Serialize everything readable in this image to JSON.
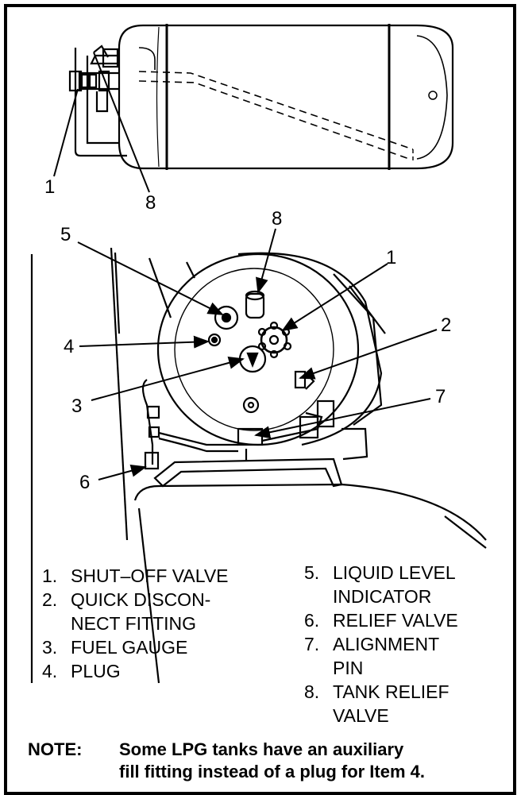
{
  "callouts": {
    "top": [
      "1",
      "8"
    ],
    "bottom": [
      "5",
      "8",
      "1",
      "4",
      "2",
      "3",
      "7",
      "6"
    ]
  },
  "legend": {
    "left": [
      {
        "num": "1.",
        "lines": [
          "SHUT–OFF VALVE"
        ]
      },
      {
        "num": "2.",
        "lines": [
          "QUICK DISCON-",
          "NECT FITTING"
        ]
      },
      {
        "num": "3.",
        "lines": [
          "FUEL GAUGE"
        ]
      },
      {
        "num": "4.",
        "lines": [
          "PLUG"
        ]
      }
    ],
    "right": [
      {
        "num": "5.",
        "lines": [
          "LIQUID LEVEL",
          "INDICATOR"
        ]
      },
      {
        "num": "6.",
        "lines": [
          "RELIEF VALVE"
        ]
      },
      {
        "num": "7.",
        "lines": [
          "ALIGNMENT",
          "PIN"
        ]
      },
      {
        "num": "8.",
        "lines": [
          "TANK RELIEF",
          "VALVE"
        ]
      }
    ]
  },
  "note": {
    "label": "NOTE:",
    "lines": [
      "Some LPG tanks have an auxiliary",
      "fill fitting instead of a plug for Item 4."
    ]
  }
}
